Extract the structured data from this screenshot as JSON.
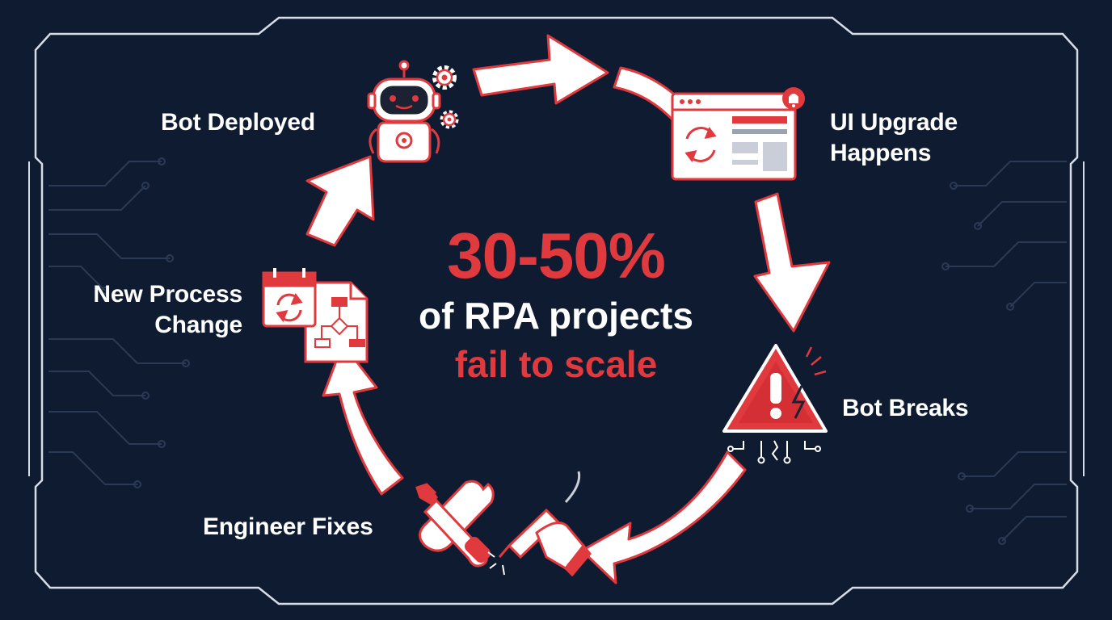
{
  "headline": {
    "stat": "30-50%",
    "line2": "of RPA projects",
    "line3": "fail to scale"
  },
  "stages": [
    {
      "label_lines": [
        "Bot Deployed"
      ],
      "icon": "robot-icon"
    },
    {
      "label_lines": [
        "UI Upgrade",
        "Happens"
      ],
      "icon": "browser-window-icon"
    },
    {
      "label_lines": [
        "Bot Breaks"
      ],
      "icon": "warning-icon"
    },
    {
      "label_lines": [
        "Engineer Fixes"
      ],
      "icon": "tools-icon"
    },
    {
      "label_lines": [
        "New Process",
        "Change"
      ],
      "icon": "calendar-flowchart-icon"
    }
  ],
  "colors": {
    "background": "#0f1b30",
    "accent": "#e0393e",
    "text": "#ffffff",
    "frame": "#d7dde8",
    "circuit": "#2b3a54"
  }
}
